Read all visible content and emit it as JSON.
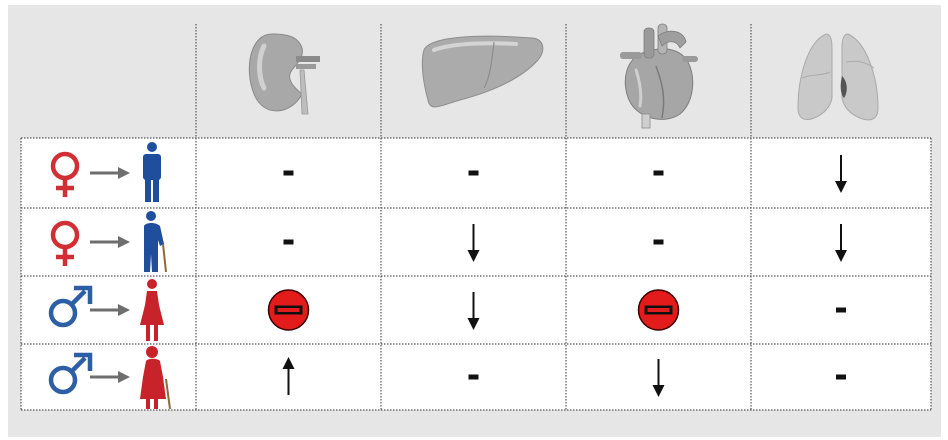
{
  "organs": [
    {
      "name": "kidney-icon"
    },
    {
      "name": "liver-icon"
    },
    {
      "name": "heart-icon"
    },
    {
      "name": "lungs-icon"
    }
  ],
  "rows": [
    {
      "from": "female-symbol-icon",
      "to": "young-male-figure-icon",
      "values": [
        "dash",
        "dash",
        "dash",
        "down-arrow"
      ]
    },
    {
      "from": "female-symbol-icon",
      "to": "elderly-male-figure-icon",
      "values": [
        "dash",
        "down-arrow",
        "dash",
        "down-arrow"
      ]
    },
    {
      "from": "male-symbol-icon",
      "to": "young-female-figure-icon",
      "values": [
        "no-entry",
        "down-arrow",
        "no-entry",
        "dash"
      ]
    },
    {
      "from": "male-symbol-icon",
      "to": "elderly-female-figure-icon",
      "values": [
        "up-arrow",
        "dash",
        "down-arrow",
        "dash"
      ]
    }
  ],
  "colors": {
    "female": "#d22f35",
    "male": "#2c5fa6",
    "figure_blue": "#1f4f9c",
    "figure_red": "#c8222a",
    "arrow_gray": "#6e6e6e",
    "no_entry": "#e41b1b",
    "organ_gray": "#9a9a9a",
    "header_bg": "#e6e6e6",
    "cell_bg": "#ffffff"
  }
}
